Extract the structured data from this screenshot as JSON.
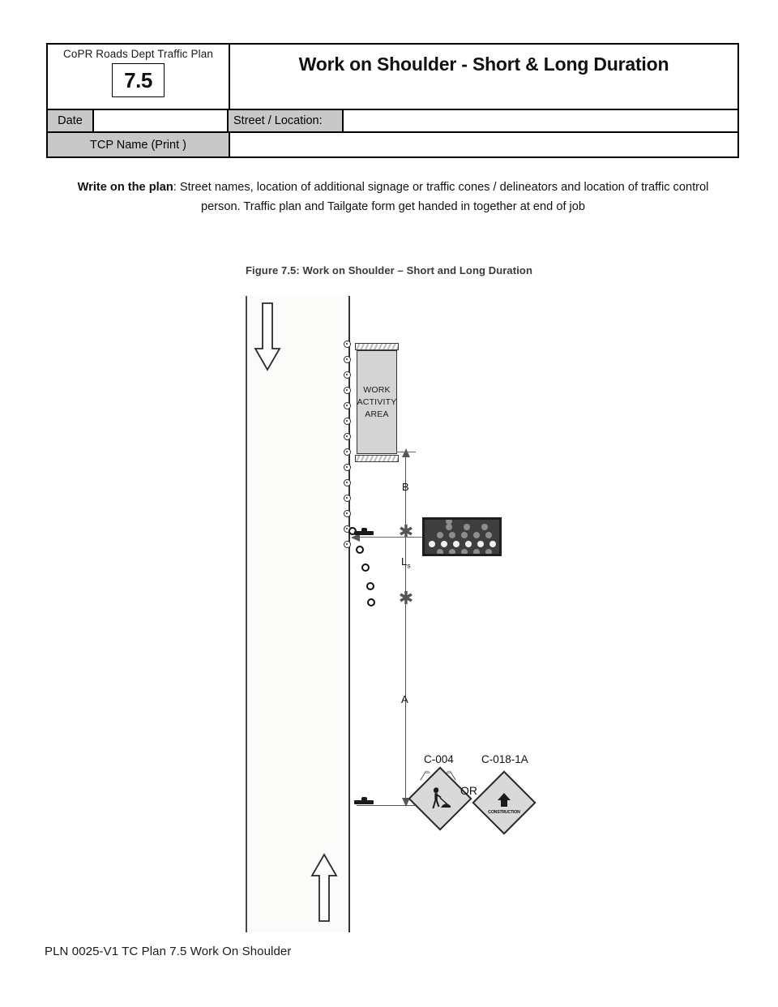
{
  "header": {
    "plan_id_label": "CoPR Roads Dept Traffic Plan",
    "plan_number": "7.5",
    "title": "Work on Shoulder - Short & Long Duration",
    "date_label": "Date",
    "date_value": "",
    "street_label": "Street / Location:",
    "street_value": "",
    "tcp_label": "TCP Name (Print )",
    "tcp_value": ""
  },
  "instructions": {
    "lead": "Write on the plan",
    "body": ": Street names, location of additional signage or traffic cones / delineators and location of traffic control person.   Traffic plan and Tailgate form get handed in together at end of job"
  },
  "figure": {
    "caption": "Figure 7.5:  Work on Shoulder – Short and Long Duration",
    "work_area": {
      "line1": "WORK",
      "line2": "ACTIVITY",
      "line3": "AREA"
    },
    "dimensions": {
      "buffer": "B",
      "taper": "L",
      "taper_sub": "s",
      "advance": "A"
    },
    "signs": {
      "or": "OR",
      "left_code": "C-004",
      "right_code": "C-018-1A",
      "right_word": "CONSTRUCTION"
    },
    "devices": {
      "arrow_board": "arrow-board",
      "delineator": "delineator-post",
      "cone": "traffic-cone",
      "barricade": "barricade"
    },
    "traffic_direction": {
      "left_lane": "southbound-arrow",
      "right_lane": "northbound-arrow"
    }
  },
  "footer": {
    "text": "PLN 0025-V1 TC Plan 7.5 Work On Shoulder"
  },
  "colors": {
    "shaded_cell": "#c8c8c8",
    "work_area_fill": "#d4d4d4",
    "arrow_board_bg": "#3e3e3e",
    "lamp_on": "#f2f2f2",
    "lamp_off": "#8d8d8d",
    "rule": "#000000"
  }
}
